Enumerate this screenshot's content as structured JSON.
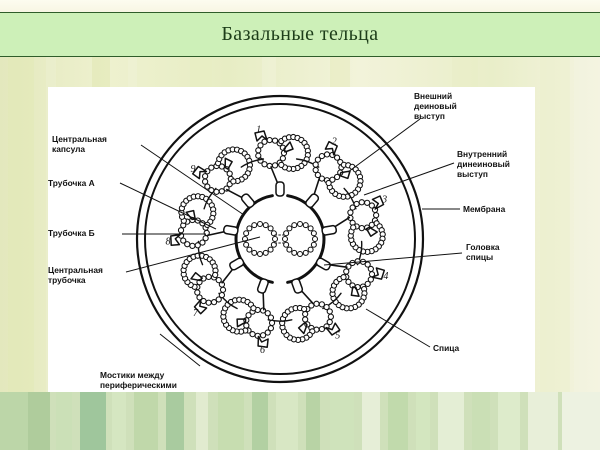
{
  "slide": {
    "title": "Базальные тельца",
    "banner_color": "#cdf0b8",
    "banner_border_color": "#2f5d2a",
    "background_color": "#eef0d2",
    "panel_color": "#ffffff",
    "ink_color": "#111111"
  },
  "figure": {
    "name": "axoneme-cross-section",
    "doublet_numbers": [
      "1",
      "2",
      "3",
      "4",
      "5",
      "6",
      "7",
      "8",
      "9"
    ],
    "labels": {
      "central_capsule": "Центральная\nкапсула",
      "central_capsule_l1": "Центральная",
      "central_capsule_l2": "капсула",
      "tubule_a": "Трубочка А",
      "tubule_b": "Трубочка Б",
      "central_tubule_l1": "Центральная",
      "central_tubule_l2": "трубочка",
      "bridges_l1": "Мостики между",
      "bridges_l2": "периферическими",
      "outer_dynein_l1": "Внешний",
      "outer_dynein_l2": "деиновый",
      "outer_dynein_l3": "выступ",
      "inner_dynein_l1": "Внутренний",
      "inner_dynein_l2": "динеиновый",
      "inner_dynein_l3": "выступ",
      "membrane": "Мембрана",
      "spoke_head_l1": "Головка",
      "spoke_head_l2": "спицы",
      "spoke": "Спица"
    }
  }
}
